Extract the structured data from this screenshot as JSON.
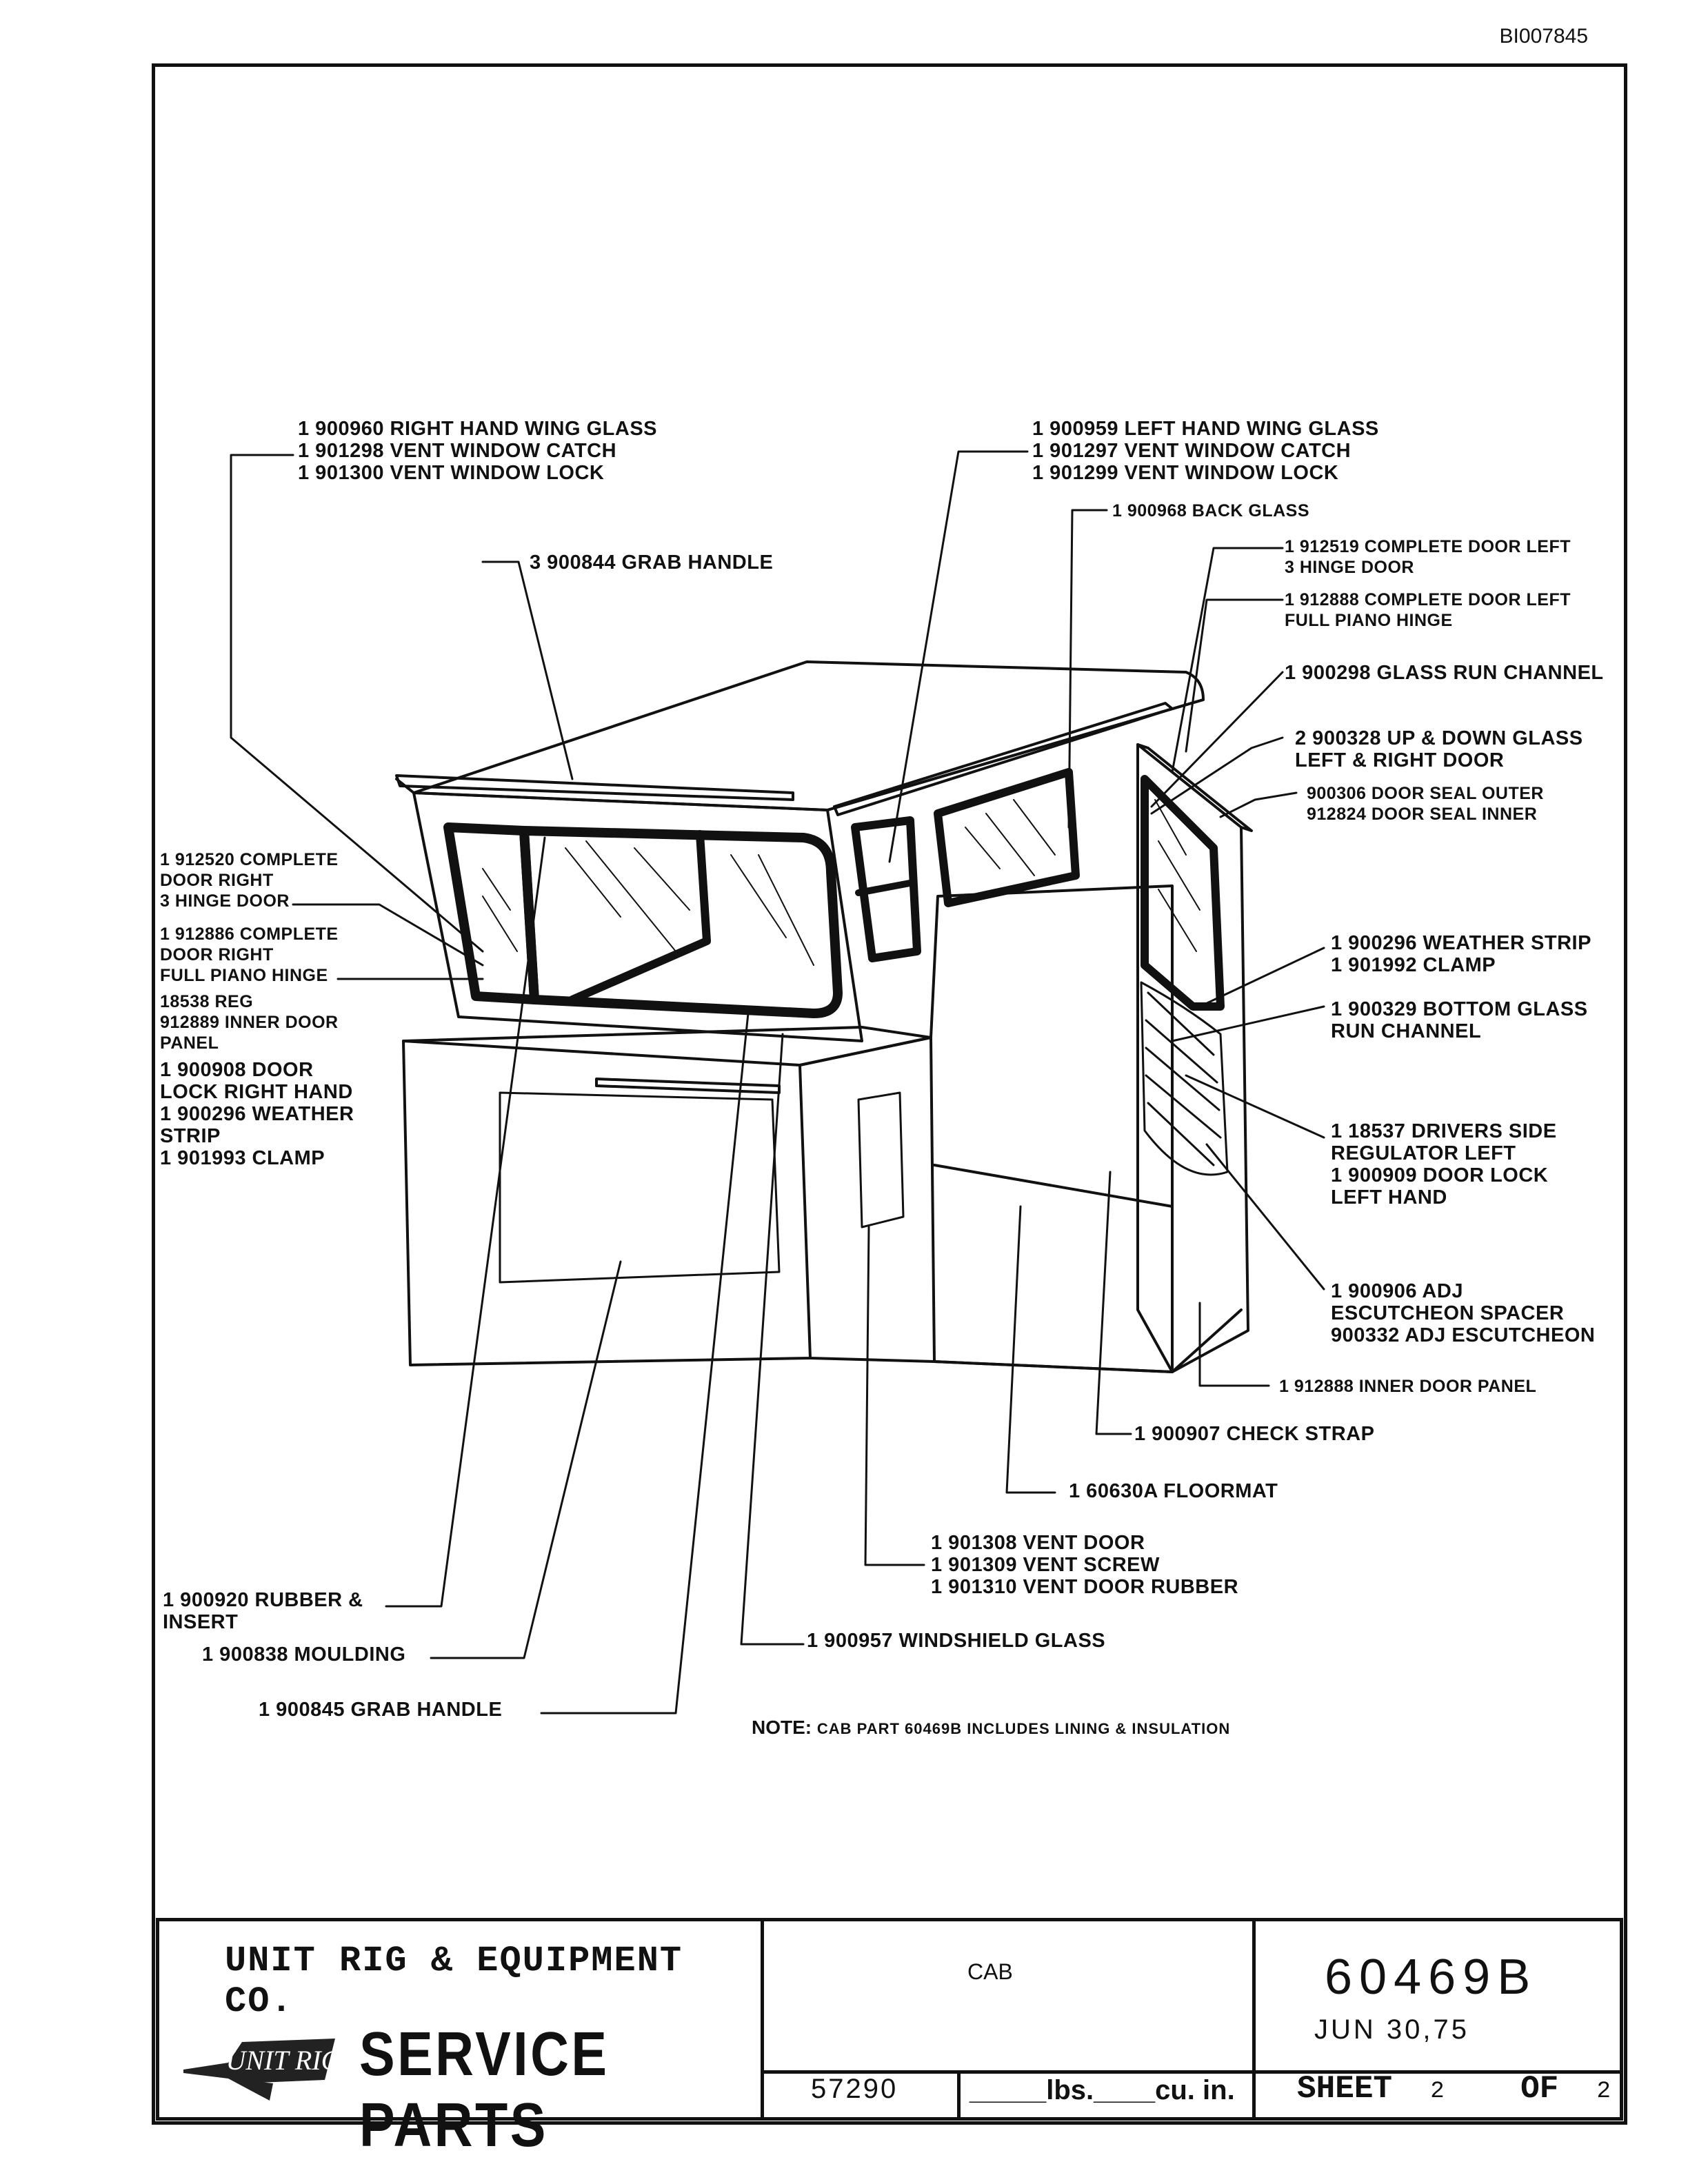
{
  "doc_id": "BI007845",
  "labels": {
    "rh_wing": "1 900960 RIGHT HAND WING GLASS\n1 901298 VENT WINDOW CATCH\n1 901300 VENT WINDOW LOCK",
    "lh_wing": "1 900959 LEFT HAND WING GLASS\n1 901297 VENT WINDOW CATCH\n1 901299 VENT WINDOW LOCK",
    "back_glass": "1 900968 BACK GLASS",
    "grab_handle_top": "3 900844 GRAB HANDLE",
    "door_left_3hinge": "1 912519 COMPLETE DOOR LEFT\n3 HINGE DOOR",
    "door_left_piano": "1 912888 COMPLETE DOOR LEFT\nFULL PIANO HINGE",
    "glass_run": "1 900298 GLASS RUN CHANNEL",
    "updown_glass": "2 900328 UP & DOWN GLASS\nLEFT & RIGHT DOOR",
    "door_seal": "900306 DOOR SEAL OUTER\n912824 DOOR SEAL INNER",
    "right_group_1": "1 912520 COMPLETE\nDOOR RIGHT\n3 HINGE DOOR",
    "right_group_2": "1 912886 COMPLETE\nDOOR RIGHT\nFULL PIANO HINGE",
    "right_group_3": "18538 REG\n912889 INNER DOOR\nPANEL",
    "right_group_4": "1 900908 DOOR\nLOCK RIGHT HAND\n1 900296 WEATHER\nSTRIP\n1 901993 CLAMP",
    "weather_strip": "1 900296 WEATHER STRIP\n1 901992 CLAMP",
    "bottom_run": "1 900329 BOTTOM GLASS\nRUN CHANNEL",
    "regulator": "1 18537 DRIVERS SIDE\nREGULATOR LEFT\n1 900909 DOOR LOCK\nLEFT HAND",
    "escutcheon": "1 900906 ADJ\nESCUTCHEON SPACER\n900332 ADJ ESCUTCHEON",
    "inner_panel": "1 912888 INNER DOOR PANEL",
    "check_strap": "1 900907 CHECK STRAP",
    "floormat": "1 60630A FLOORMAT",
    "vent_door": "1 901308 VENT DOOR\n1 901309 VENT SCREW\n1 901310 VENT DOOR RUBBER",
    "rubber_insert": "1 900920 RUBBER &\nINSERT",
    "moulding": "1 900838 MOULDING",
    "windshield": "1 900957 WINDSHIELD GLASS",
    "grab_handle_bottom": "1 900845 GRAB HANDLE"
  },
  "note": {
    "prefix": "NOTE:",
    "text": "CAB PART 60469B INCLUDES LINING & INSULATION"
  },
  "title_block": {
    "company": "UNIT RIG & EQUIPMENT CO.",
    "logo_text": "UNIT RIG",
    "service_parts": "SERVICE PARTS",
    "description": "CAB",
    "part_number": "60469B",
    "date": "JUN 30,75",
    "weight": "57290",
    "units": "_____lbs.____cu. in.",
    "sheet_label": "SHEET",
    "sheet_num": "2",
    "of_label": "OF",
    "sheet_total": "2"
  }
}
